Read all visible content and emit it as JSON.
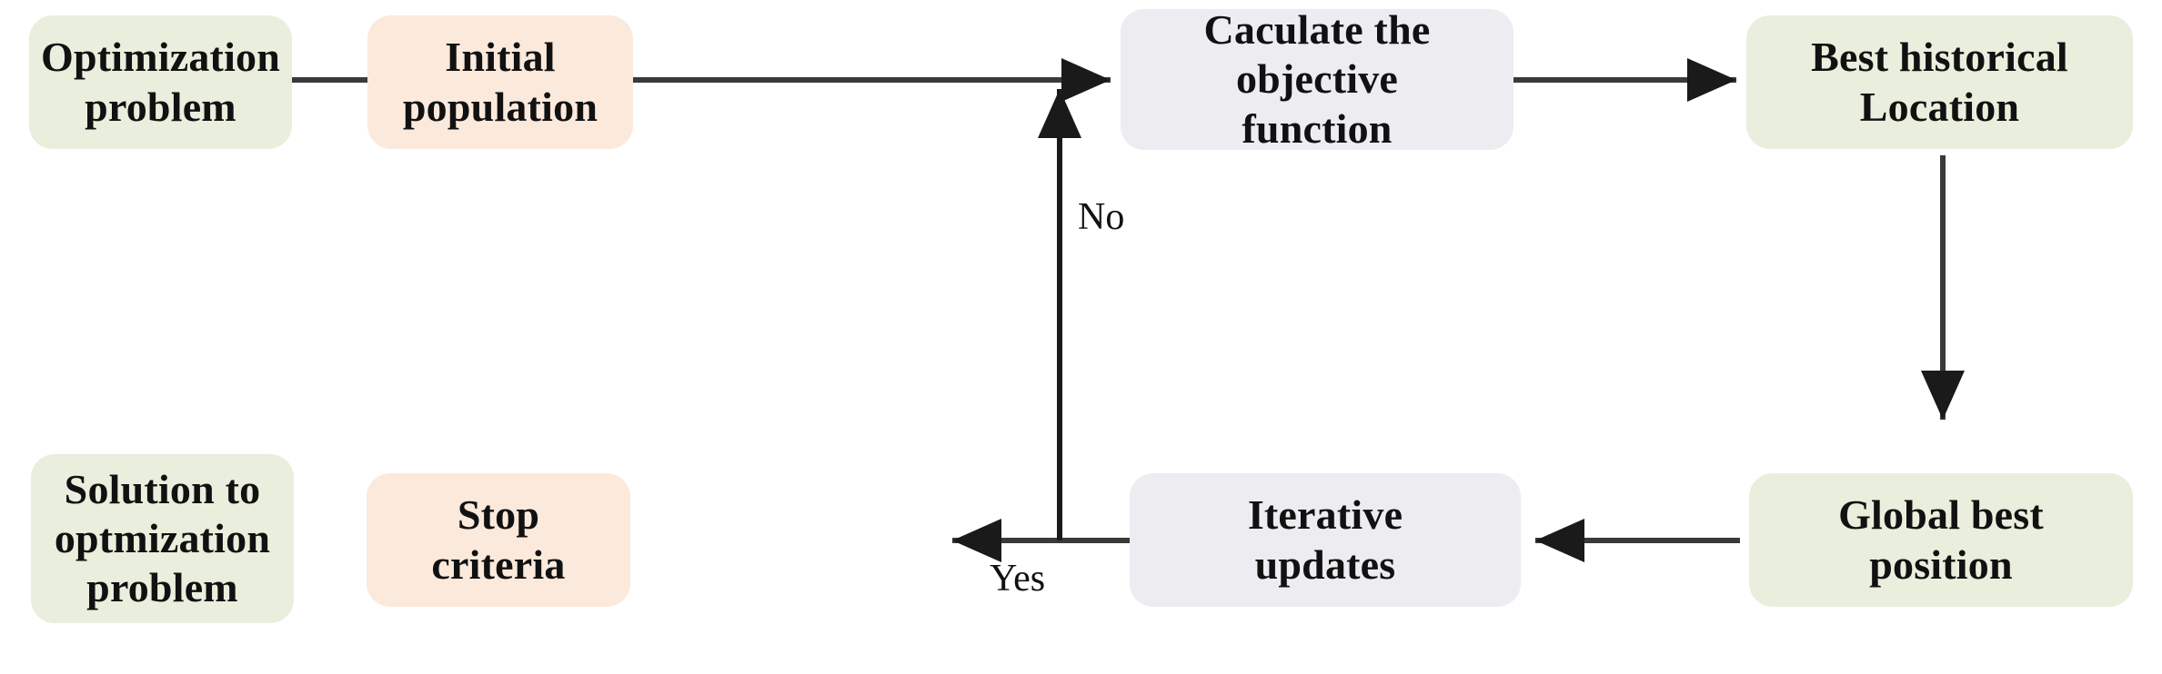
{
  "diagram": {
    "title": "Optimization algorithm flowchart",
    "colors": {
      "green": "#e9eedd",
      "peach": "#fbe9dc",
      "lilac": "#ececf1",
      "arrow": "#1a1a1a",
      "background": "#ffffff",
      "text": "#111111"
    },
    "nodes": [
      {
        "id": "optimization-problem",
        "label": "Optimization\nproblem",
        "color": "green"
      },
      {
        "id": "initial-population",
        "label": "Initial\npopulation",
        "color": "peach"
      },
      {
        "id": "calculate-objective",
        "label": "Caculate the\nobjective\nfunction",
        "color": "lilac"
      },
      {
        "id": "best-historical",
        "label": "Best historical\nLocation",
        "color": "green"
      },
      {
        "id": "global-best-position",
        "label": "Global best\nposition",
        "color": "green"
      },
      {
        "id": "iterative-updates",
        "label": "Iterative\nupdates",
        "color": "lilac"
      },
      {
        "id": "stop-criteria",
        "label": "Stop\ncriteria",
        "color": "peach"
      },
      {
        "id": "solution-to-problem",
        "label": "Solution to\noptmization\nproblem",
        "color": "green"
      }
    ],
    "edge_labels": [
      {
        "id": "no-label",
        "text": "No"
      },
      {
        "id": "yes-label",
        "text": "Yes"
      }
    ]
  }
}
